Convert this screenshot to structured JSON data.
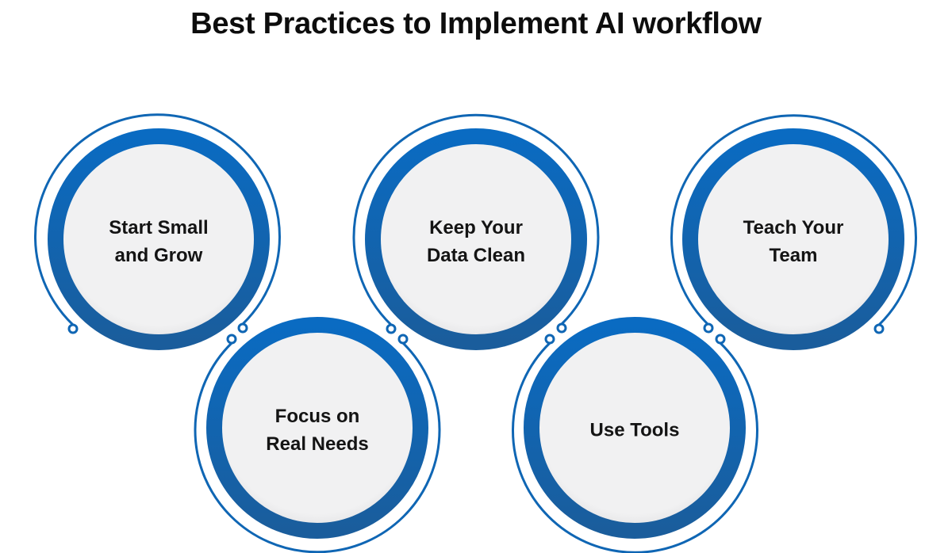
{
  "title": "Best Practices to Implement AI workflow",
  "colors": {
    "ring": "#0f66b4",
    "ring_dark": "#1a5d9c",
    "fill": "#f0f0f1",
    "text": "#141414"
  },
  "steps": [
    {
      "id": 1,
      "position": "top",
      "line1": "Start Small",
      "line2": "and Grow"
    },
    {
      "id": 2,
      "position": "bottom",
      "line1": "Focus on",
      "line2": "Real Needs"
    },
    {
      "id": 3,
      "position": "top",
      "line1": "Keep Your",
      "line2": "Data Clean"
    },
    {
      "id": 4,
      "position": "bottom",
      "line1": "Use Tools",
      "line2": ""
    },
    {
      "id": 5,
      "position": "top",
      "line1": "Teach Your",
      "line2": "Team"
    }
  ]
}
